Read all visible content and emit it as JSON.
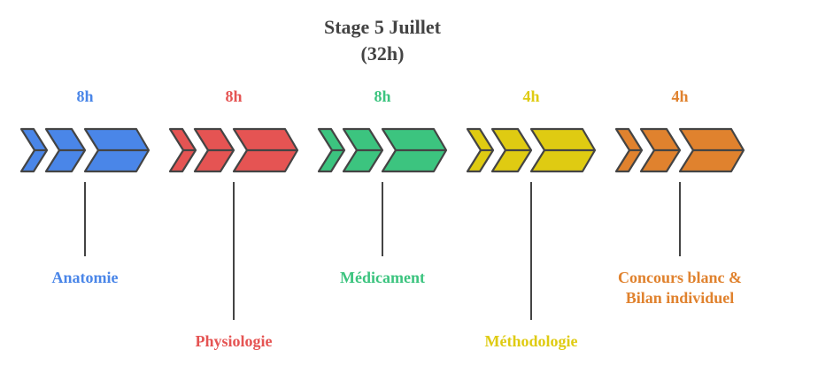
{
  "title_line1": "Stage 5 Juillet",
  "title_line2": "(32h)",
  "stages": [
    {
      "hours": "8h",
      "label": "Anatomie",
      "color": "#4a86e8"
    },
    {
      "hours": "8h",
      "label": "Physiologie",
      "color": "#e55453"
    },
    {
      "hours": "8h",
      "label": "Médicament",
      "color": "#3cc47f"
    },
    {
      "hours": "4h",
      "label": "Méthodologie",
      "color": "#dfcb12"
    },
    {
      "hours": "4h",
      "label": "Concours blanc & Bilan individuel",
      "color": "#e0822e"
    }
  ],
  "stroke_color": "#444444"
}
